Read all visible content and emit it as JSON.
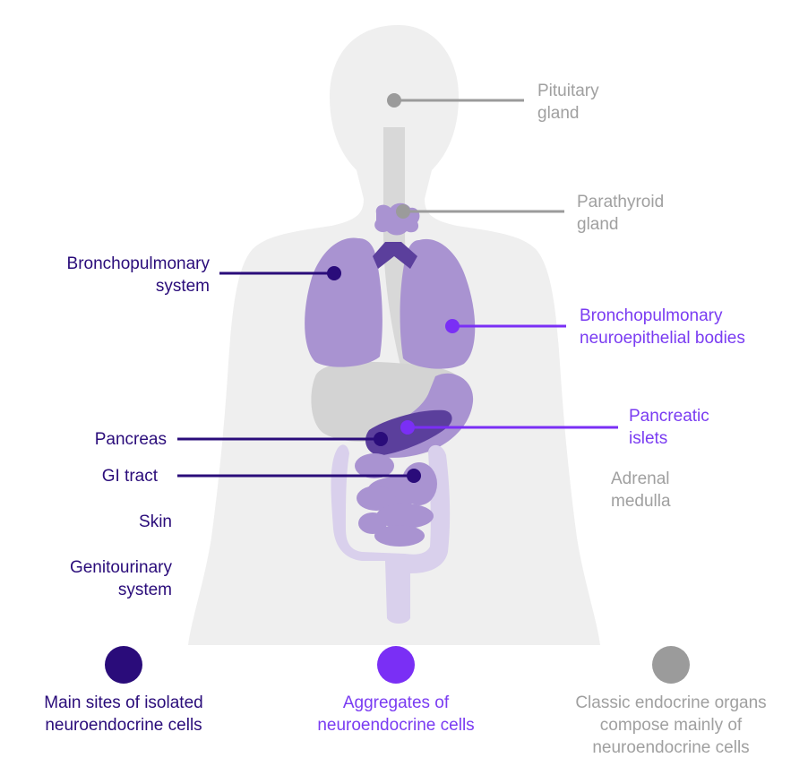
{
  "colors": {
    "main": "#2a0c7a",
    "aggregates": "#7a2ff5",
    "classic": "#9b9b9b",
    "body": "#efefef",
    "organ_light": "#a993d1",
    "organ_dark": "#5b3f9c"
  },
  "labels": {
    "pituitary": "Pituitary\ngland",
    "parathyroid": "Parathyroid\ngland",
    "bronchopulmonary_system": "Bronchopulmonary\nsystem",
    "neuroepithelial_bodies": "Bronchopulmonary\nneuroepithelial bodies",
    "pancreas": "Pancreas",
    "pancreatic_islets": "Pancreatic\nislets",
    "gi_tract": "GI tract",
    "adrenal_medulla": "Adrenal\nmedulla",
    "skin": "Skin",
    "genitourinary": "Genitourinary\nsystem"
  },
  "legend": {
    "main": "Main sites of isolated\nneuroendocrine cells",
    "aggregates": "Aggregates of\nneuroendocrine cells",
    "classic": "Classic endocrine organs\ncompose mainly of\nneuroendocrine cells"
  }
}
